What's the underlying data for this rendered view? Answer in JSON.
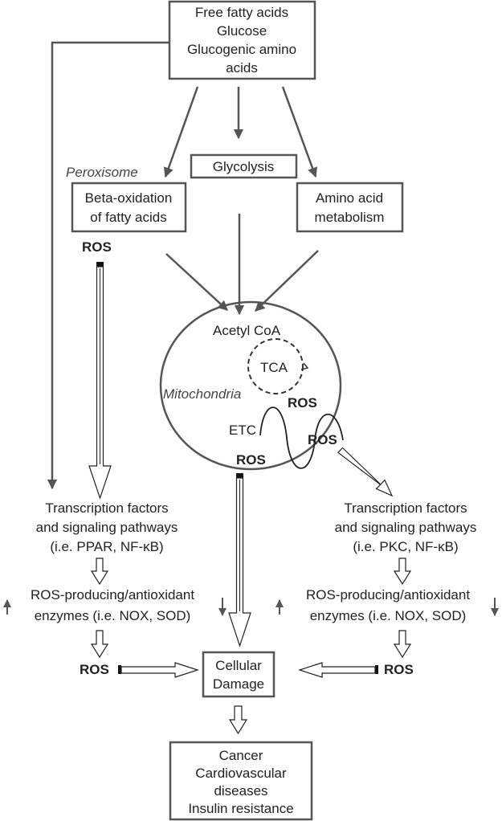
{
  "boxes": {
    "source": [
      "Free fatty acids",
      "Glucose",
      "Glucogenic amino",
      "acids"
    ],
    "glycolysis": "Glycolysis",
    "beta_oxidation": [
      "Beta-oxidation",
      "of fatty acids"
    ],
    "amino_acid": [
      "Amino acid",
      "metabolism"
    ],
    "cellular_damage": [
      "Cellular",
      "Damage"
    ],
    "diseases": [
      "Cancer",
      "Cardiovascular",
      "diseases",
      "Insulin resistance"
    ]
  },
  "labels": {
    "peroxisome": "Peroxisome",
    "mitochondria": "Mitochondria",
    "acetyl_coa": "Acetyl CoA",
    "tca": "TCA",
    "etc": "ETC",
    "ros": "ROS"
  },
  "left_column": {
    "tf": [
      "Transcription factors",
      "and signaling pathways",
      "(i.e. PPAR, NF-κB)"
    ],
    "enzymes": [
      "ROS-producing/antioxidant",
      "enzymes (i.e. NOX, SOD)"
    ]
  },
  "right_column": {
    "tf": [
      "Transcription factors",
      "and signaling pathways",
      "(i.e. PKC, NF-κB)"
    ],
    "enzymes": [
      "ROS-producing/antioxidant",
      "enzymes (i.e. NOX, SOD)"
    ]
  }
}
